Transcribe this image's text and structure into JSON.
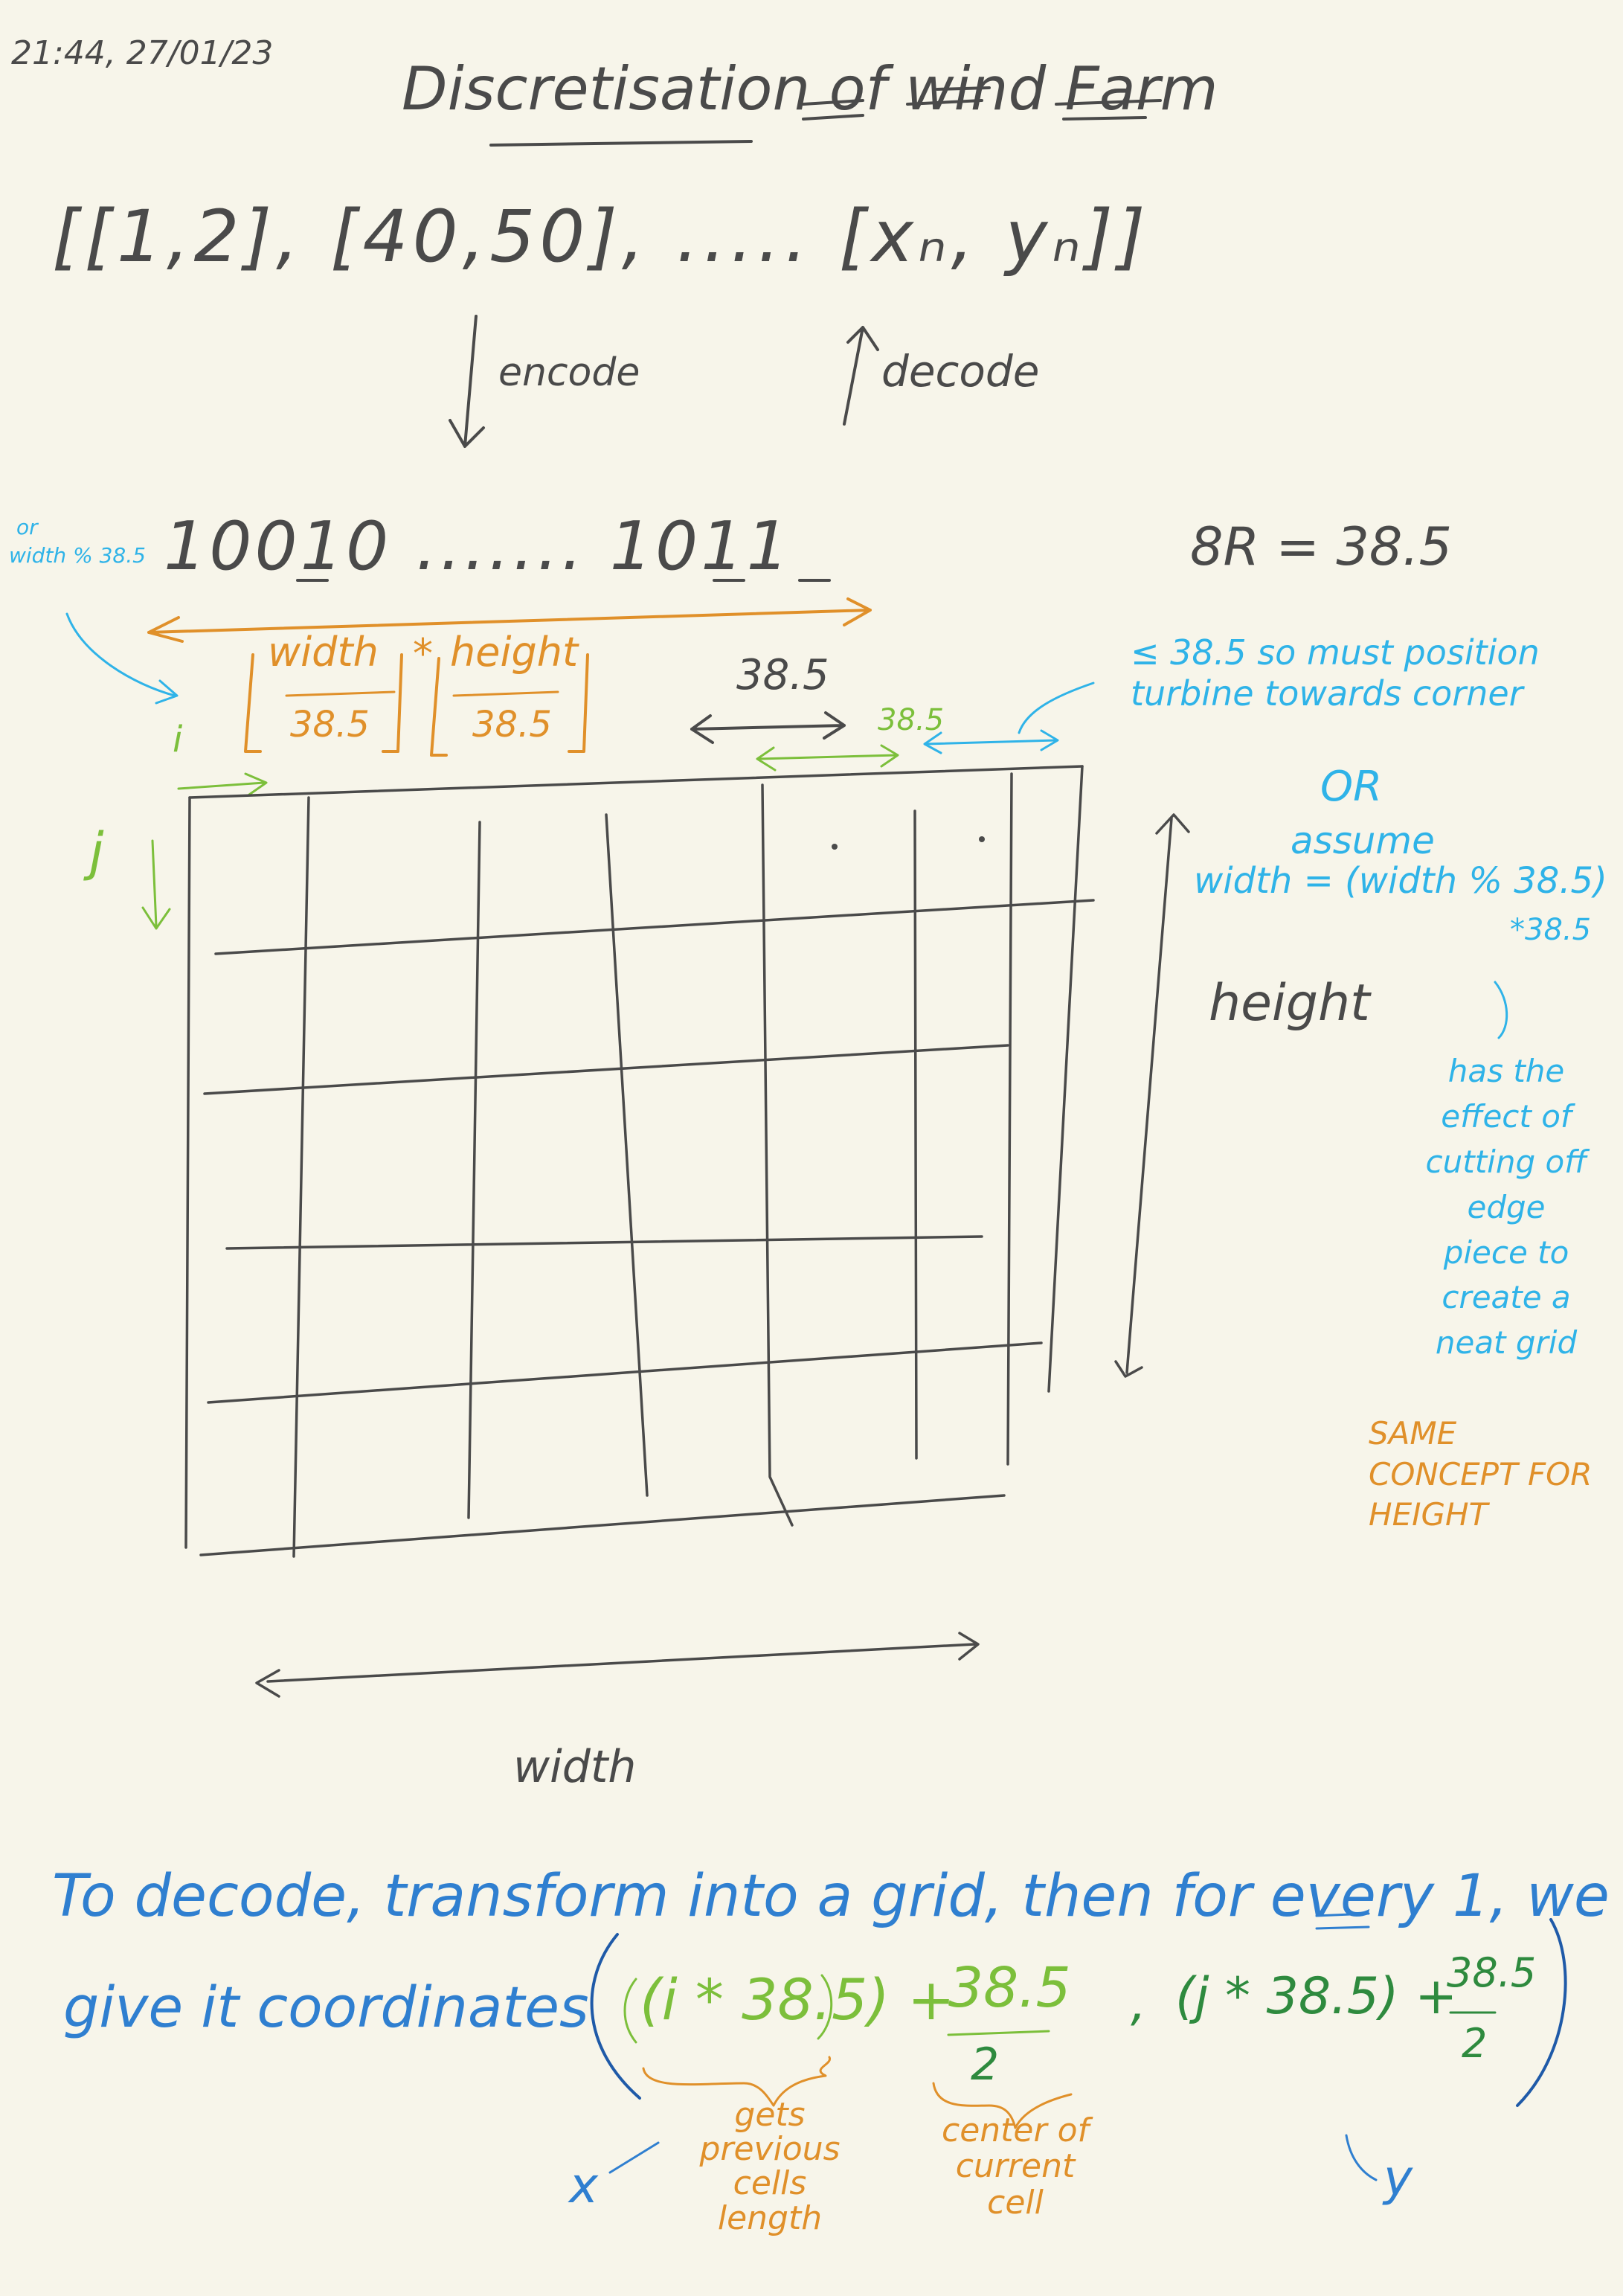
{
  "timestamp": "21:44, 27/01/23",
  "title": "Discretisation of wind Farm",
  "coords_list": "[[1,2], [40,50], ..... [xₙ, yₙ]]",
  "encode_label": "encode",
  "decode_label": "decode",
  "or_label": "or",
  "or_width_label": "width % 38.5",
  "bitstring": "10010 ....... 1011",
  "br_eq": "8R = 38.5",
  "width_frac_num": "width",
  "width_frac_den": "38.5",
  "mult": "*",
  "height_frac_num": "height",
  "height_frac_den": "38.5",
  "i_label": "i",
  "j_label": "j",
  "spacing_label": "38.5",
  "spacing_label_green": "38.5",
  "note_le": "≤ 38.5 so must position turbine towards corner",
  "note_or": "OR",
  "note_assume": "assume",
  "note_width_eq": "width = (width % 38.5)",
  "note_times": "*38.5",
  "note_effect": "has the effect of cutting off edge piece to create a neat grid",
  "same_concept": "SAME CONCEPT FOR HEIGHT",
  "height_label": "height",
  "width_label": "width",
  "decode_line1": "To decode, transform into a grid, then for every 1, we",
  "decode_line2a": "give it coordinates",
  "formula_x": "(i * 38.5) +",
  "formula_x_num": "38.5",
  "formula_x_den": "2",
  "formula_comma": ",",
  "formula_y": "(j * 38.5) +",
  "formula_y_num": "38.5",
  "formula_y_den": "2",
  "note_prev": "gets previous cells length",
  "note_center": "center of current cell",
  "x_label": "x",
  "y_label": "y"
}
